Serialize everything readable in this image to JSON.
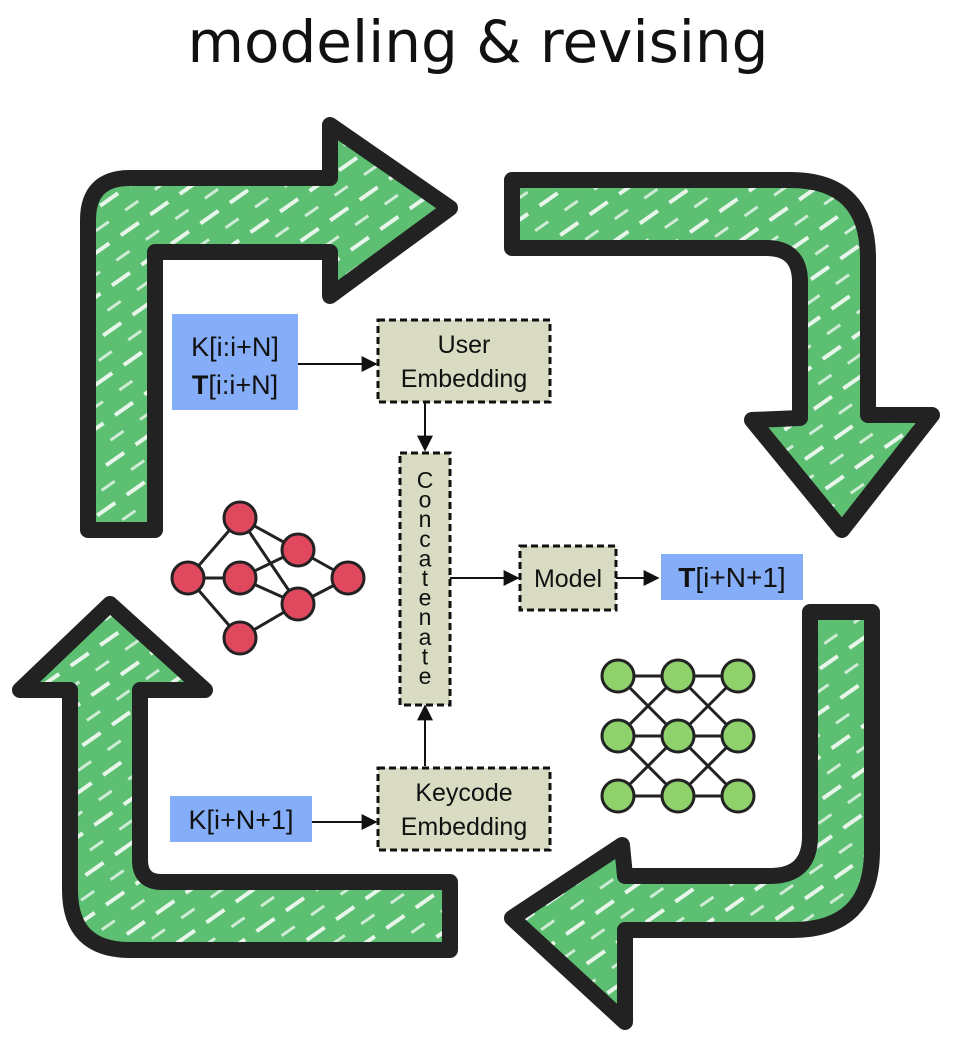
{
  "title": "modeling & revising",
  "colors": {
    "arrow_fill": "#5cbf72",
    "arrow_outline": "#222222",
    "input_box": "#86aef8",
    "process_box": "#d9dbc3",
    "red_network": "#e0485e",
    "green_network": "#8fd16a"
  },
  "inputs": {
    "user_k": "K[i:i+N]",
    "user_t_bold": "T",
    "user_t_rest": "[i:i+N]",
    "keycode": "K[i+N+1]"
  },
  "blocks": {
    "user_embedding_line1": "User",
    "user_embedding_line2": "Embedding",
    "concatenate": "Concatenate",
    "keycode_embedding_line1": "Keycode",
    "keycode_embedding_line2": "Embedding",
    "model": "Model"
  },
  "output": {
    "bold": "T",
    "rest": "[i+N+1]"
  },
  "icons": [
    "cycle-arrow-icon",
    "neural-network-icon"
  ]
}
